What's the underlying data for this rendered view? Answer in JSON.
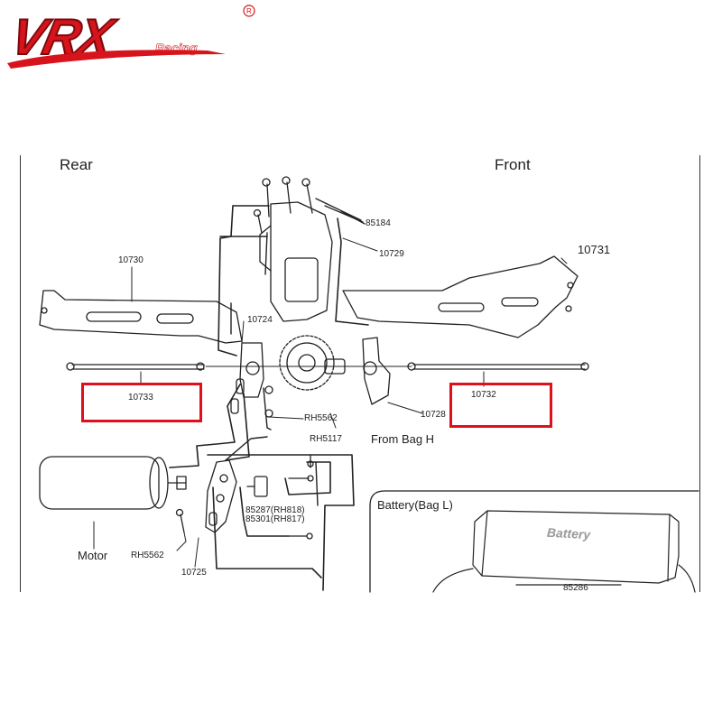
{
  "logo": {
    "main": "VRX",
    "sub": "Racing",
    "reg": "®"
  },
  "sections": {
    "rear": "Rear",
    "front": "Front",
    "battery_section": "Battery",
    "battery_bag": "(Bag L)",
    "battery_item": "Battery"
  },
  "parts": {
    "p85184": "85184",
    "p10729": "10729",
    "p10730": "10730",
    "p10731": "10731",
    "p10724": "10724",
    "p10733": "10733",
    "p10732": "10732",
    "p10728": "10728",
    "rh5562_a": "RH5562",
    "rh5117": "RH5117",
    "from_bag": "From Bag H",
    "p85287": "85287(RH818)",
    "p85301": "85301(RH817)",
    "motor": "Motor",
    "rh5562_b": "RH5562",
    "p10725": "10725",
    "p85286": "85286"
  },
  "colors": {
    "highlight": "#e00f1c",
    "logo_red": "#d7141b",
    "line": "#222222"
  }
}
